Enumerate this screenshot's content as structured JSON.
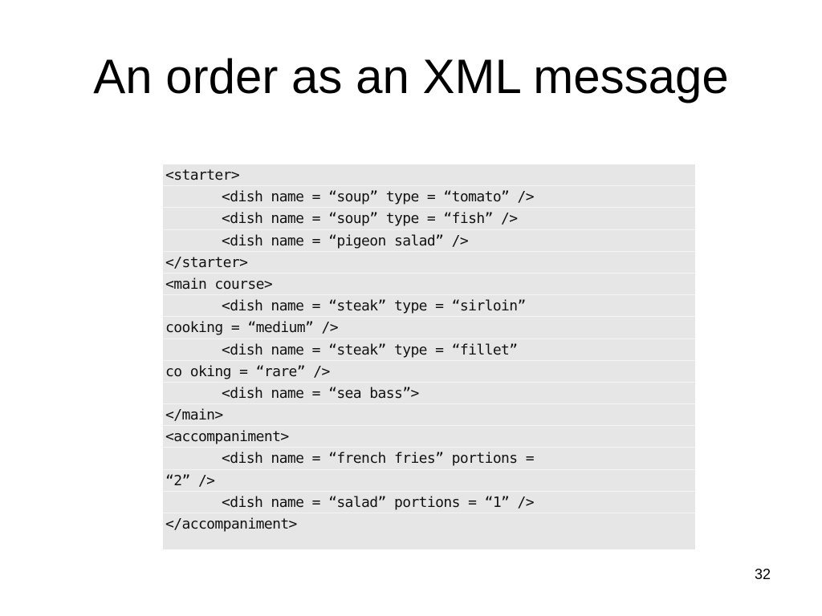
{
  "slide": {
    "title": "An order as an XML message",
    "page_number": "32"
  },
  "code_lines": [
    {
      "text": "<starter>",
      "indent": false
    },
    {
      "text": "<dish name = “soup” type = “tomato” />",
      "indent": true
    },
    {
      "text": "<dish name = “soup” type = “fish” />",
      "indent": true
    },
    {
      "text": "<dish name = “pigeon salad” />",
      "indent": true
    },
    {
      "text": "</starter>",
      "indent": false
    },
    {
      "text": "<main course>",
      "indent": false
    },
    {
      "text": "<dish name = “steak” type = “sirloin”",
      "indent": true
    },
    {
      "text": "cooking = “medium” />",
      "indent": false
    },
    {
      "text": "<dish name = “steak” type = “fillet”",
      "indent": true
    },
    {
      "text": "co oking = “rare” />",
      "indent": false
    },
    {
      "text": "<dish name = “sea bass”>",
      "indent": true
    },
    {
      "text": "</main>",
      "indent": false
    },
    {
      "text": "<accompaniment>",
      "indent": false
    },
    {
      "text": "<dish name = “french fries” portions =",
      "indent": true
    },
    {
      "text": "“2” />",
      "indent": false
    },
    {
      "text": "<dish name = “salad” portions = “1” />",
      "indent": true
    },
    {
      "text": "</accompaniment>",
      "indent": false
    }
  ]
}
